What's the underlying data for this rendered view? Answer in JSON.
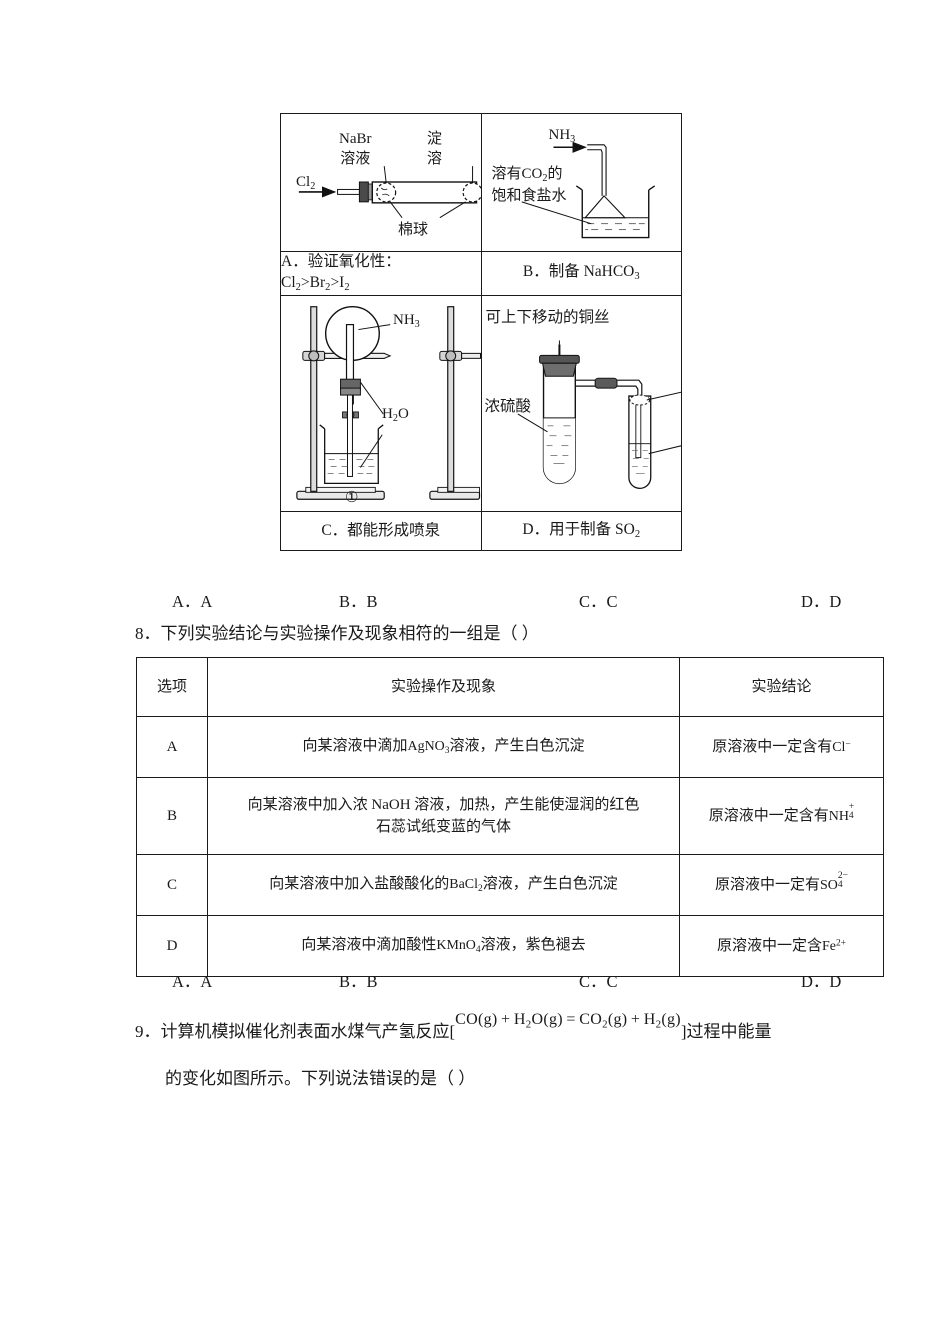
{
  "figure_table": {
    "cells": [
      {
        "id": "A",
        "diagram_labels": {
          "chlorine": "Cl2",
          "nabr_solution_line1": "NaBr",
          "nabr_solution_line2": "溶液",
          "starch_line1": "淀",
          "starch_line2": "溶",
          "cotton_ball": "棉球"
        },
        "caption_line1": "A．验证氧化性：",
        "caption_line2": "Cl2>Br2>I2"
      },
      {
        "id": "B",
        "diagram_labels": {
          "ammonia": "NH3",
          "brine_line1": "溶有CO2的",
          "brine_line2": "饱和食盐水"
        },
        "caption": "B．制备 NaHCO3"
      },
      {
        "id": "C",
        "diagram_labels": {
          "ammonia": "NH3",
          "water": "H2O",
          "apparatus_number": "①"
        },
        "caption": "C．都能形成喷泉"
      },
      {
        "id": "D",
        "diagram_labels": {
          "copper_wire": "可上下移动的铜丝",
          "sulfuric_acid": "浓硫酸"
        },
        "caption": "D．用于制备 SO2"
      }
    ]
  },
  "options_q7": {
    "a": "A．A",
    "b": "B．B",
    "c": "C．C",
    "d": "D．D"
  },
  "question8": {
    "stem": "8．下列实验结论与实验操作及现象相符的一组是（          ）",
    "table": {
      "headers": [
        "选项",
        "实验操作及现象",
        "实验结论"
      ],
      "rows": [
        {
          "option": "A",
          "operation_pre": "向某溶液中滴加",
          "operation_formula": "AgNO3",
          "operation_post": "溶液，产生白色沉淀",
          "conclusion_pre": "原溶液中一定含有",
          "conclusion_formula": "Cl-"
        },
        {
          "option": "B",
          "operation_line1": "向某溶液中加入浓 NaOH 溶液，加热，产生能使湿润的红色",
          "operation_line2": "石蕊试纸变蓝的气体",
          "conclusion_pre": "原溶液中一定含有",
          "conclusion_formula": "NH4+"
        },
        {
          "option": "C",
          "operation_pre": "向某溶液中加入盐酸酸化的",
          "operation_formula": "BaCl2",
          "operation_post": "溶液，产生白色沉淀",
          "conclusion_pre": "原溶液中一定有",
          "conclusion_formula": "SO42-"
        },
        {
          "option": "D",
          "operation_pre": "向某溶液中滴加酸性",
          "operation_formula": "KMnO4",
          "operation_post": "溶液，紫色褪去",
          "conclusion_pre": "原溶液中一定含",
          "conclusion_formula": "Fe2+"
        }
      ]
    }
  },
  "options_q8": {
    "a": "A．A",
    "b": "B．B",
    "c": "C．C",
    "d": "D．D"
  },
  "question9": {
    "stem_pre": "9．计算机模拟催化剂表面水煤气产氢反应[",
    "equation": "CO(g)+H2O(g)=CO2(g)+H2(g)",
    "stem_post": "]过程中能量",
    "stem_line2": "的变化如图所示。下列说法错误的是（          ）"
  }
}
